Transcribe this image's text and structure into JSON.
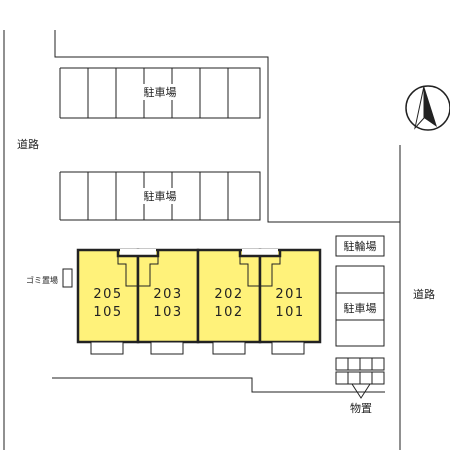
{
  "labels": {
    "parking_top": "駐車場",
    "parking_middle": "駐車場",
    "parking_right": "駐車場",
    "bicycle_parking": "駐輪場",
    "garbage_area": "ゴミ置場",
    "road_left": "道路",
    "road_right": "道路",
    "storage": "物置"
  },
  "units": [
    {
      "upper": "205",
      "lower": "105"
    },
    {
      "upper": "203",
      "lower": "103"
    },
    {
      "upper": "202",
      "lower": "102"
    },
    {
      "upper": "201",
      "lower": "101"
    }
  ],
  "colors": {
    "unit_fill": "#fff27a",
    "line": "#222222",
    "background": "#ffffff"
  },
  "icons": {
    "compass": "north-arrow-icon"
  }
}
